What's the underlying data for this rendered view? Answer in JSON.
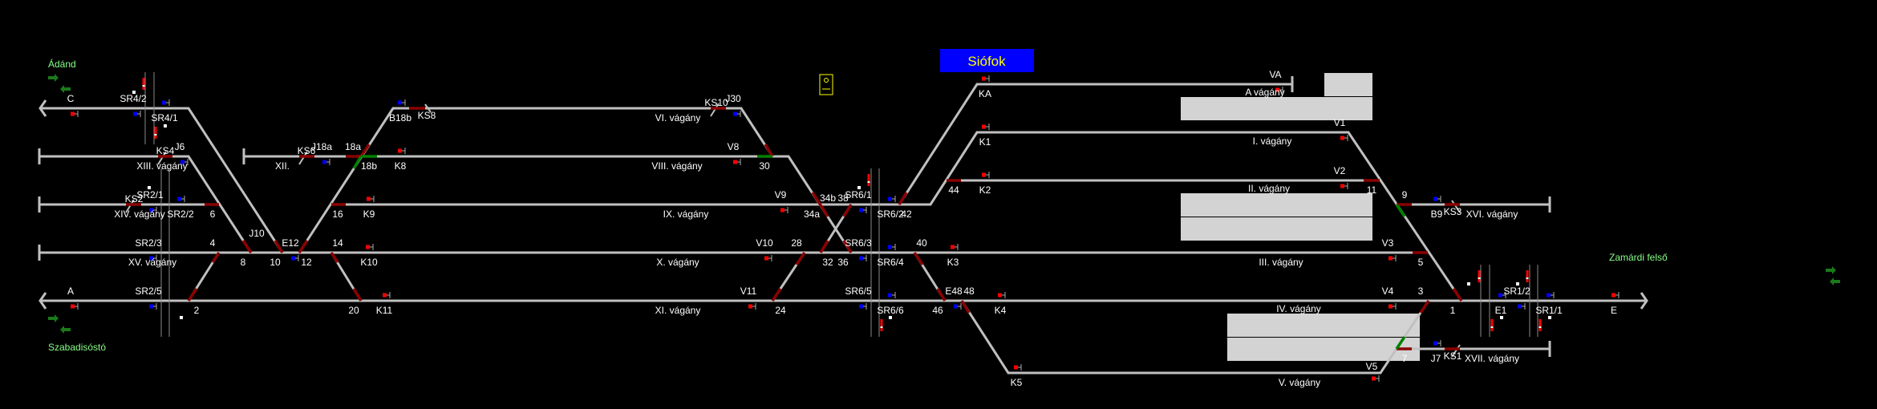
{
  "station": {
    "title": "Siófok"
  },
  "directions": [
    "Ádánd",
    "Szabadisóstó",
    "Zamárdi felső"
  ],
  "tracks": [
    "XIII. vágány",
    "XIV. vágány",
    "XV. vágány",
    "XII.",
    "VI. vágány",
    "VIII. vágány",
    "IX. vágány",
    "X. vágány",
    "XI. vágány",
    "A vágány",
    "I. vágány",
    "II. vágány",
    "III. vágány",
    "IV. vágány",
    "V. vágány",
    "XVI. vágány",
    "XVII. vágány"
  ],
  "switches": [
    "2",
    "4",
    "6",
    "8",
    "10",
    "12",
    "14",
    "16",
    "18a",
    "18b",
    "20",
    "24",
    "28",
    "30",
    "32",
    "34a",
    "34b",
    "36",
    "38",
    "40",
    "42",
    "44",
    "46",
    "48",
    "1",
    "3",
    "5",
    "7",
    "9",
    "11"
  ],
  "signals": [
    "C",
    "SR4/2",
    "SR4/1",
    "J6",
    "SR2/1",
    "SR2/2",
    "J10",
    "SR2/3",
    "E12",
    "K10",
    "A",
    "SR2/5",
    "K11",
    "J18a",
    "K8",
    "K9",
    "B18b",
    "J30",
    "V8",
    "V9",
    "SR6/1",
    "SR6/2",
    "K2",
    "V10",
    "SR6/3",
    "SR6/4",
    "K3",
    "V11",
    "SR6/5",
    "E48",
    "SR6/6",
    "K4",
    "K5",
    "KA",
    "K1",
    "VA",
    "V1",
    "V2",
    "B9",
    "V3",
    "V4",
    "E1",
    "SR1/2",
    "SR1/1",
    "E",
    "J7",
    "V5"
  ],
  "stops": [
    "KS4",
    "KS2",
    "KS6",
    "KS8",
    "KS10",
    "KS3",
    "KS1"
  ],
  "colors": {
    "track": "#c0c0c0",
    "switch_occupied": "#8b0000",
    "switch_set": "#008000",
    "signal_stop": "#ff0000",
    "signal_shunt": "#0000ff",
    "title_bg": "#0000ff",
    "title_fg": "#ffff00",
    "direction": "#88ff88",
    "platform": "#d3d3d3"
  }
}
